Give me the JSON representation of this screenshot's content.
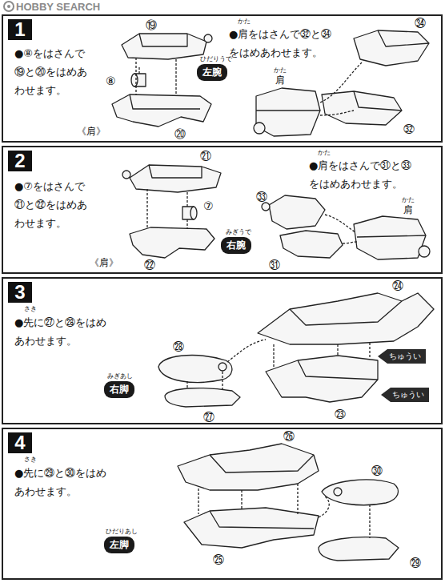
{
  "diagram": {
    "nodes": [
      {
        "text": [
          "●⑧をはさんで⑲と⑳をはめあわせます。",
          "●肩をはさんで㉜と㉞をはめあわせます。"
        ]
      },
      {
        "text": [
          "1"
        ],
        "in": 0
      },
      {
        "text": [
          "左腕"
        ],
        "in": 0
      },
      {
        "text": [
          "●⑦をはさんで㉑と㉒をはめあわせます。",
          "●肩をはさんで㉛と㉝をはめあわせます。"
        ]
      },
      {
        "text": [
          "2"
        ],
        "in": 3
      },
      {
        "text": [
          "右腕"
        ],
        "in": 3
      },
      {
        "text": [
          "●先に㉗と㉘をはめあわせます。"
        ]
      },
      {
        "text": [
          "3"
        ],
        "in": 6
      },
      {
        "text": [
          "右脚"
        ],
        "in": 6
      },
      {
        "text": [
          "ちゅうい"
        ],
        "in": 6
      },
      {
        "text": [
          "ちゅうい"
        ],
        "in": 6
      },
      {
        "text": [
          "●先に㉙と㉚をはめあわせます。"
        ]
      },
      {
        "text": [
          "4"
        ],
        "in": 11
      },
      {
        "text": [
          "左脚"
        ],
        "in": 11
      }
    ],
    "labels": [
      "HOBBY SEARCH",
      "かた",
      "《肩》",
      "⑲",
      "⑧",
      "⑳",
      "ひだりうで",
      "㉞",
      "かた",
      "肩",
      "㉜",
      "かた",
      "《肩》",
      "㉑",
      "⑦",
      "㉒",
      "みぎうで",
      "㉝",
      "かた",
      "肩",
      "㉛",
      "さき",
      "㉘",
      "㉔",
      "㉗",
      "㉓",
      "みぎあし",
      "さき",
      "㉖",
      "㉚",
      "㉕",
      "㉙",
      "ひだりあし"
    ]
  }
}
